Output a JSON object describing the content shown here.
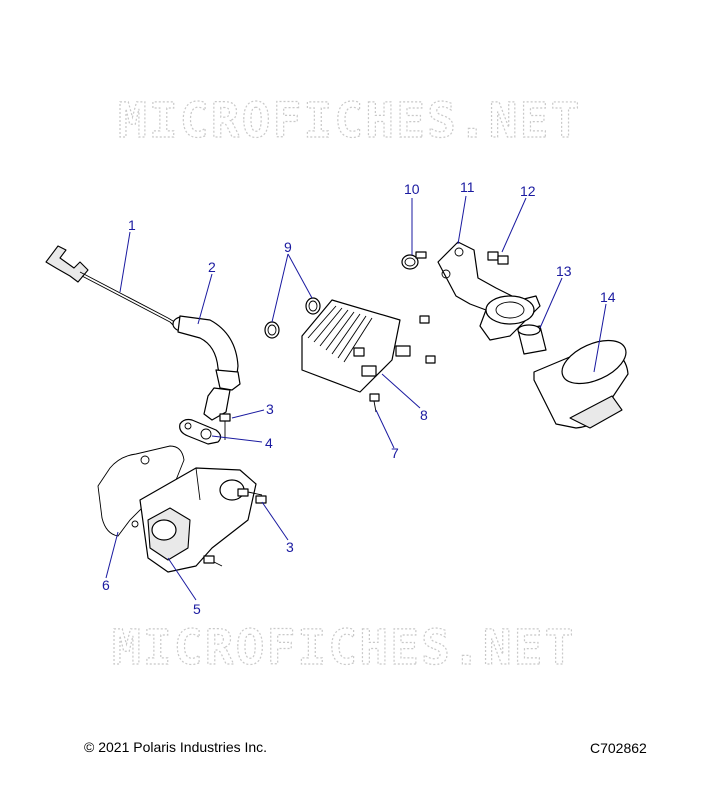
{
  "watermark": {
    "text": "MICROFICHES.NET"
  },
  "callouts": {
    "c1": "1",
    "c2": "2",
    "c3a": "3",
    "c3b": "3",
    "c4": "4",
    "c5": "5",
    "c6": "6",
    "c7": "7",
    "c8": "8",
    "c9": "9",
    "c10": "10",
    "c11": "11",
    "c12": "12",
    "c13": "13",
    "c14": "14"
  },
  "footer": {
    "copyright": "© 2021 Polaris Industries Inc.",
    "drawing_code": "C702862"
  }
}
